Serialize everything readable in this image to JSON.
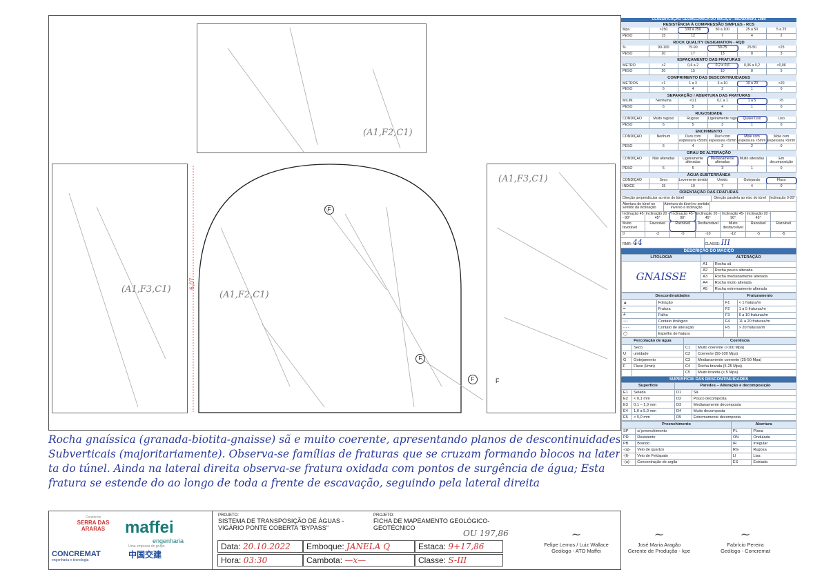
{
  "panels": {
    "top_label": "(A1,F2,C1)",
    "left_label": "(A1,F3,C1)",
    "center_label": "(A1,F2,C1)",
    "right_label": "(A1,F3,C1)",
    "height_mark": "6,07",
    "markers": [
      "F",
      "F",
      "F",
      "F"
    ]
  },
  "sidebar": {
    "title": "CLASSIFICAÇÃO GEOMECÂNICA DO MACIÇO - BIENIAWSKI, 1989",
    "rcs_title": "RESISTÊNCIA À COMPRESSÃO SIMPLES - RCS",
    "rcs": {
      "head": [
        "Mpa",
        ">250",
        "100 a 250",
        "50 a 100",
        "25 a 50",
        "5 a 25"
      ],
      "peso": [
        "PESO",
        "15",
        "12",
        "7",
        "4",
        "2"
      ]
    },
    "rqd_title": "ROCK QUALITY DESIGNATION - RQD",
    "rqd": {
      "head": [
        "%",
        "90-100",
        "75-90",
        "50-75",
        "25-50",
        "<25"
      ],
      "peso": [
        "PESO",
        "20",
        "17",
        "13",
        "8",
        "3"
      ]
    },
    "esp_title": "ESPAÇAMENTO DAS FRATURAS",
    "esp": {
      "head": [
        "METRO",
        ">2",
        "0,6 a 2",
        "0,2 a 0,6",
        "0,06 a 0,2",
        "<0,06"
      ],
      "peso": [
        "PESO",
        "20",
        "15",
        "10",
        "8",
        "5"
      ]
    },
    "comp_title": "COMPRIMENTO DAS DESCONTINUIDADES",
    "comp": {
      "head": [
        "METROS",
        "<1",
        "1 a 3",
        "3 a 10",
        "10 a 20",
        ">20"
      ],
      "peso": [
        "PESO",
        "6",
        "4",
        "2",
        "1",
        "0"
      ]
    },
    "sep_title": "SEPARAÇÃO / ABERTURA DAS FRATURAS",
    "sep": {
      "head": [
        "MILIM.",
        "Nenhuma",
        "<0,1",
        "0,1 a 1",
        "1 a 5",
        ">5"
      ],
      "peso": [
        "PESO",
        "6",
        "5",
        "4",
        "1",
        "0"
      ]
    },
    "rug_title": "RUGOSIDADE",
    "rug": {
      "head": [
        "CONDIÇÃO",
        "Muito rugoso",
        "Rugoso",
        "Ligeiramente rugoso",
        "Quase Liso",
        "Liso"
      ],
      "peso": [
        "PESO",
        "6",
        "5",
        "3",
        "1",
        "0"
      ]
    },
    "ench_title": "ENCHIMENTO",
    "ench": {
      "head": [
        "CONDIÇÃO",
        "Nenhum",
        "Duro com espessura <5mm",
        "Duro com espessura <5mm",
        "Mole com espessura <5mm",
        "Mole com espessura >5mm"
      ],
      "peso": [
        "PESO",
        "6",
        "4",
        "2",
        "2",
        "0"
      ]
    },
    "grau_title": "GRAU DE ALTERAÇÃO",
    "grau": {
      "head": [
        "CONDIÇÃO",
        "Não alteradas",
        "Ligeiramente alteradas",
        "Medianamente alteradas",
        "Muito alteradas",
        "Em decomposição"
      ],
      "peso": [
        "PESO",
        "6",
        "5",
        "3",
        "1",
        "0"
      ]
    },
    "agua_title": "ÁGUA SUBTERRÂNEA",
    "agua": {
      "head": [
        "CONDIÇÃO",
        "Seco",
        "Levemente úmido",
        "Úmido",
        "Gotejando",
        "Fluxo"
      ],
      "peso": [
        "ÍNDICE",
        "15",
        "10",
        "7",
        "4",
        "0"
      ]
    },
    "orient_title": "ORIENTAÇÃO DAS FRATURAS",
    "orient_r1": [
      "Direção perpendicular ao eixo do túnel",
      "Direção paralela ao eixo do túnel",
      "Inclinação 0-20°"
    ],
    "orient_r2": [
      "Abertura do túnel no sentido da inclinação",
      "Abertura do túnel no sentido inverso à inclinação"
    ],
    "orient_r3": [
      "Inclinação 45 - 90°",
      "Inclinação 20 - 45°",
      "Inclinação 45-90°",
      "Inclinação 20 - 45°",
      "Inclinação 45-90°",
      "Inclinação 20 - 45°"
    ],
    "orient_r4": [
      "Muito favorável",
      "Favorável",
      "Razoável",
      "Desfavorável",
      "Muito desfavorável",
      "Razoável",
      "Razoável"
    ],
    "orient_r5": [
      "0",
      "-2",
      "-5",
      "-10",
      "-12",
      "-5",
      "-5"
    ],
    "rmr_label": "RMR:",
    "rmr_value": "44",
    "classe_label": "CLASSE:",
    "classe_value": "III",
    "desc_title": "DESCRIÇÃO DO MACIÇO",
    "lit_label": "LITOLOGIA",
    "alt_label": "ALTERAÇÃO",
    "lit_value": "GNAISSE",
    "alteracao": [
      [
        "A1",
        "Rocha sã"
      ],
      [
        "A2",
        "Rocha pouco alterada"
      ],
      [
        "A3",
        "Rocha medianamente alterada"
      ],
      [
        "A4",
        "Rocha muito alterada"
      ],
      [
        "A5",
        "Rocha extremamente alterada"
      ]
    ],
    "desc_label": "Descontinuidades",
    "frat_label": "Fraturamento",
    "desc_items": [
      "Foliação",
      "Fratura",
      "Falha",
      "Contato litológico",
      "Contato de alteração",
      "Espelho de fratura"
    ],
    "fraturamento": [
      [
        "F1",
        "< 1 fratura/m"
      ],
      [
        "F2",
        "1 a 5 fraturas/m"
      ],
      [
        "F3",
        "6 a 10 fraturas/m"
      ],
      [
        "F4",
        "11 a 20 fraturas/m"
      ],
      [
        "F5",
        "> 20 fraturas/m"
      ]
    ],
    "perc_label": "Percolação de água",
    "coer_label": "Coerência",
    "percolacao": [
      [
        "",
        "Seco"
      ],
      [
        "U",
        "umidade"
      ],
      [
        "G",
        "Gotejamento"
      ],
      [
        "F",
        "Fluxo (l/min)"
      ],
      [
        "",
        ""
      ]
    ],
    "coerencia": [
      [
        "C1",
        "Muito coerente (>100 Mpa)"
      ],
      [
        "C2",
        "Coerente (50-100 Mpa)"
      ],
      [
        "C3",
        "Medianamente coerente (25-50 Mpa)"
      ],
      [
        "C4",
        "Rocha branda (5-25 Mpa)"
      ],
      [
        "C5",
        "Muito branda (< 5 Mpa)"
      ]
    ],
    "sup_title": "SUPERFÍCIE DAS DESCONTINUIDADES",
    "sup_label": "Superfície",
    "par_label": "Paredes – Alteração e decomposição",
    "superficie": [
      [
        "E1",
        "Selada"
      ],
      [
        "E2",
        "< 0,1 mm"
      ],
      [
        "E3",
        "0,1 – 1,0 mm"
      ],
      [
        "E4",
        "1,0 a 5,0 mm"
      ],
      [
        "E5",
        "> 5,0 mm"
      ]
    ],
    "paredes": [
      [
        "D1",
        "Sã"
      ],
      [
        "D2",
        "Pouco decomposta"
      ],
      [
        "D3",
        "Medianamente decomposta"
      ],
      [
        "D4",
        "Muito decomposta"
      ],
      [
        "D5",
        "Extremamente decomposta"
      ]
    ],
    "pre_label": "Preenchimento",
    "abe_label": "Abertura",
    "preenchimento": [
      [
        "SP",
        "s/ preenchimento"
      ],
      [
        "PR",
        "Resistente"
      ],
      [
        "PB",
        "Brando"
      ],
      [
        "-(q)-",
        "Veio de quartzo"
      ],
      [
        "-(f)-",
        "Veio de Feldspato"
      ],
      [
        "-(a)-",
        "Concentração de argila"
      ]
    ],
    "abertura": [
      [
        "PL",
        "Plana"
      ],
      [
        "ON",
        "Ondulada"
      ],
      [
        "IR",
        "Irregular"
      ],
      [
        "RG",
        "Rugosa"
      ],
      [
        "LI",
        "Lisa"
      ],
      [
        "ES",
        "Estriada"
      ]
    ]
  },
  "notes": [
    "Rocha gnaíssica (granada-biotita-gnaisse) sã e muito coerente, apresentando planos de descontinuidades",
    "Subverticais (majoritariamente). Observa-se famílias de fraturas que se cruzam formando blocos na lateral direi-",
    "ta do túnel. Ainda na lateral direita observa-se fratura oxidada com pontos de surgência de água; Esta",
    "fratura se estende do ao longo de toda a frente de escavação, seguindo pela lateral direita"
  ],
  "footer": {
    "logo1": "SERRA DAS ARARAS",
    "logo1_top": "Consórcio",
    "logo2": "maffei",
    "logo2_sub": "engenharia",
    "logo3": "CONCREMAT",
    "logo3_sub": "engenharia e tecnologia",
    "logo4": "中国交建",
    "logo4_top": "Uma empresa do grupo",
    "proj_label": "PROJETO:",
    "proj_value": "SISTEMA DE TRANSPOSIÇÃO DE ÁGUAS - VIGÁRIO PONTE COBERTA \"BYPASS\"",
    "proj2_label": "PROJETO:",
    "proj2_value": "FICHA DE MAPEAMENTO GEOLÓGICO-GEOTÉCNICO",
    "proj2_hand": "OU 197,86",
    "data_label": "Data:",
    "data_value": "20.10.2022",
    "hora_label": "Hora:",
    "hora_value": "03:30",
    "emboque_label": "Emboque:",
    "emboque_value": "JANELA Q",
    "cambota_label": "Cambota:",
    "cambota_value": "—x—",
    "estaca_label": "Estaca:",
    "estaca_value": "9+17,86",
    "classe_label": "Classe:",
    "classe_value": "S-III"
  },
  "signatures": [
    {
      "name": "Felipe Lemos / Luiz Wallace",
      "role": "Geólogo - ATO Maffei"
    },
    {
      "name": "José Maria Aragão",
      "role": "Gerente de Produção - kpe"
    },
    {
      "name": "Fabrício Pereira",
      "role": "Geólogo - Concremat"
    }
  ]
}
